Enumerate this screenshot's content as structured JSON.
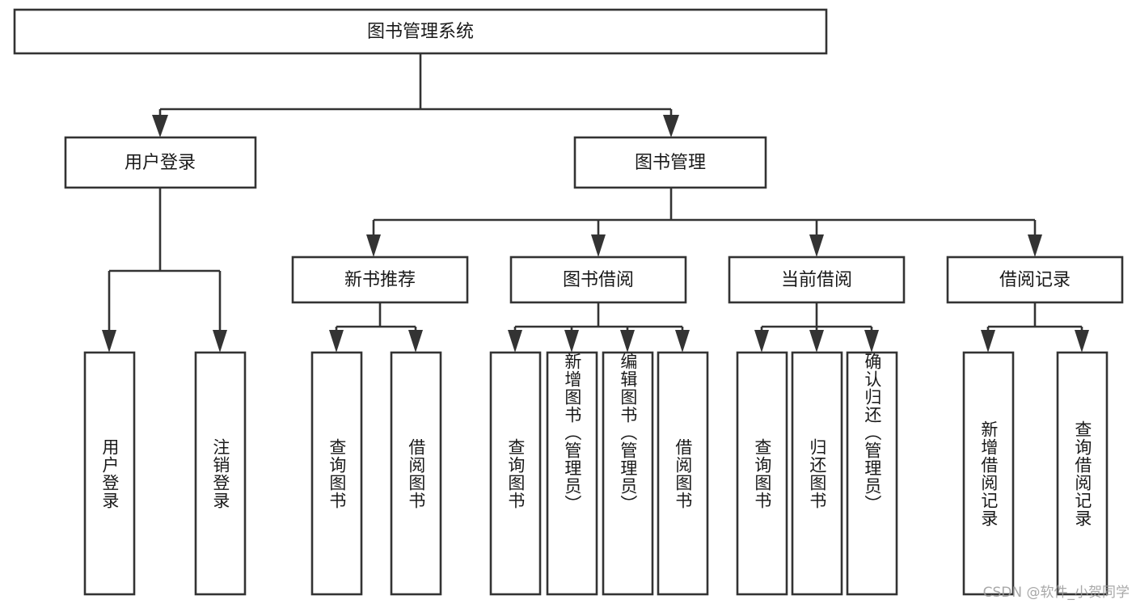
{
  "diagram": {
    "title": "图书管理系统",
    "type": "tree-hierarchy-diagram",
    "watermark": "CSDN @软件_小贺同学",
    "root": {
      "label": "图书管理系统"
    },
    "level2": [
      {
        "label": "用户登录"
      },
      {
        "label": "图书管理"
      }
    ],
    "level3": [
      {
        "label": "新书推荐"
      },
      {
        "label": "图书借阅"
      },
      {
        "label": "当前借阅"
      },
      {
        "label": "借阅记录"
      }
    ],
    "leaves": {
      "user_login": [
        {
          "label": "用户登录"
        },
        {
          "label": "注销登录"
        }
      ],
      "new_book_recommend": [
        {
          "label": "查询图书"
        },
        {
          "label": "借阅图书"
        }
      ],
      "book_borrow": [
        {
          "label": "查询图书"
        },
        {
          "label": "新增图书（管理员）"
        },
        {
          "label": "编辑图书（管理员）"
        },
        {
          "label": "借阅图书"
        }
      ],
      "current_borrow": [
        {
          "label": "查询图书"
        },
        {
          "label": "归还图书"
        },
        {
          "label": "确认归还（管理员）"
        }
      ],
      "borrow_record": [
        {
          "label": "新增借阅记录"
        },
        {
          "label": "查询借阅记录"
        }
      ]
    },
    "colors": {
      "box_stroke": "#333333",
      "box_fill": "#ffffff",
      "text": "#1a1a1a",
      "background": "#ffffff",
      "watermark": "#9a9a9a"
    }
  }
}
